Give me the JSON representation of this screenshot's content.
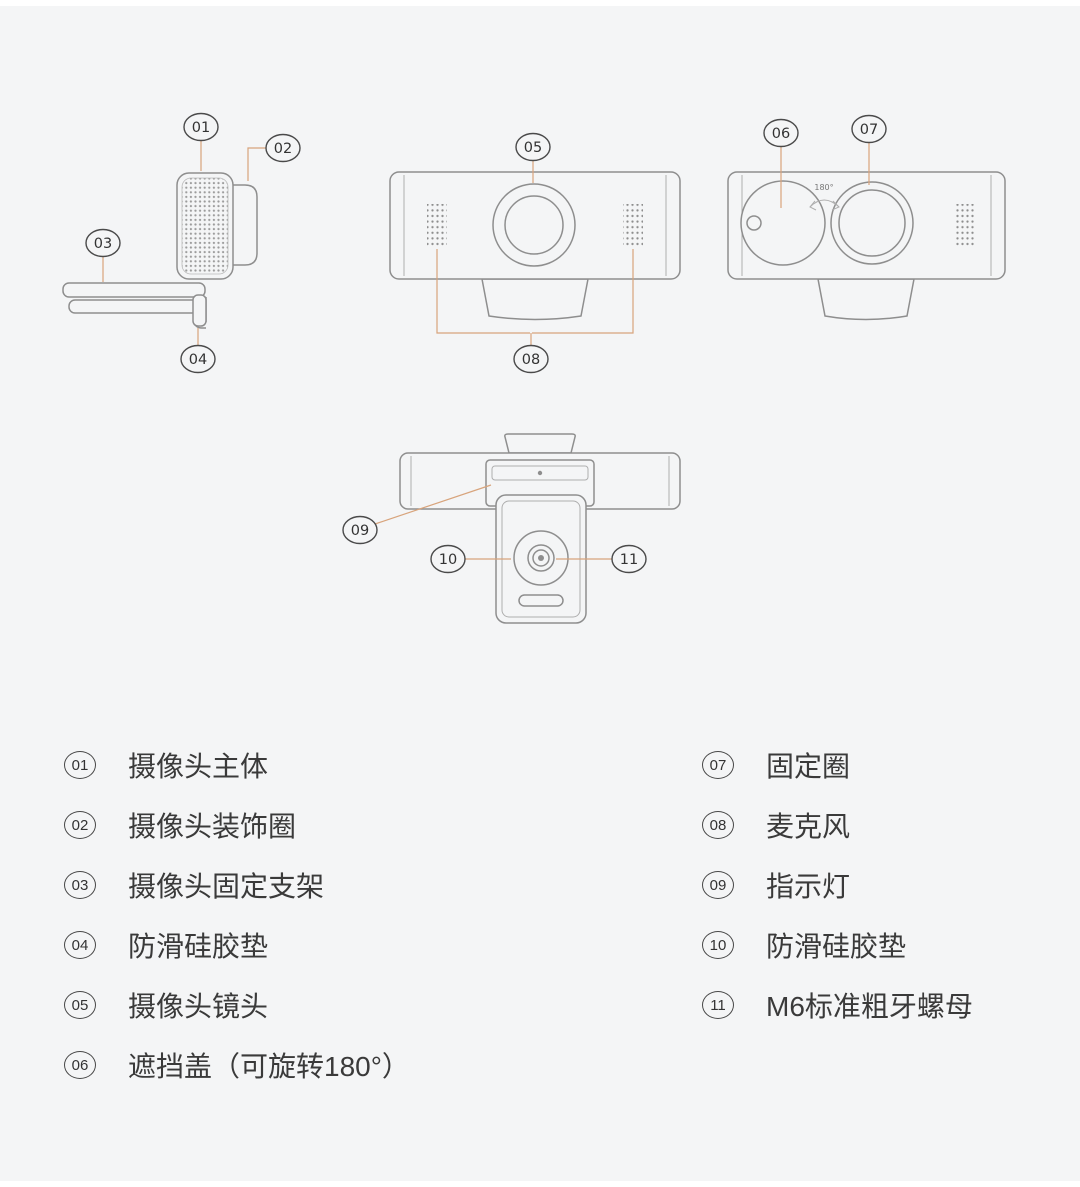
{
  "style": {
    "background": "#f4f5f6",
    "line_color": "#8e8e8e",
    "leader_color": "#d8a47c",
    "callout_color": "#4a4a4a"
  },
  "diagram": {
    "rotation_label": "180°"
  },
  "callouts": [
    "01",
    "02",
    "03",
    "04",
    "05",
    "06",
    "07",
    "08",
    "09",
    "10",
    "11"
  ],
  "legend": {
    "left": [
      {
        "num": "01",
        "label": "摄像头主体"
      },
      {
        "num": "02",
        "label": "摄像头装饰圈"
      },
      {
        "num": "03",
        "label": "摄像头固定支架"
      },
      {
        "num": "04",
        "label": "防滑硅胶垫"
      },
      {
        "num": "05",
        "label": "摄像头镜头"
      },
      {
        "num": "06",
        "label": "遮挡盖（可旋转180°）"
      }
    ],
    "right": [
      {
        "num": "07",
        "label": "固定圈"
      },
      {
        "num": "08",
        "label": "麦克风"
      },
      {
        "num": "09",
        "label": "指示灯"
      },
      {
        "num": "10",
        "label": "防滑硅胶垫"
      },
      {
        "num": "11",
        "label": "M6标准粗牙螺母"
      }
    ]
  }
}
